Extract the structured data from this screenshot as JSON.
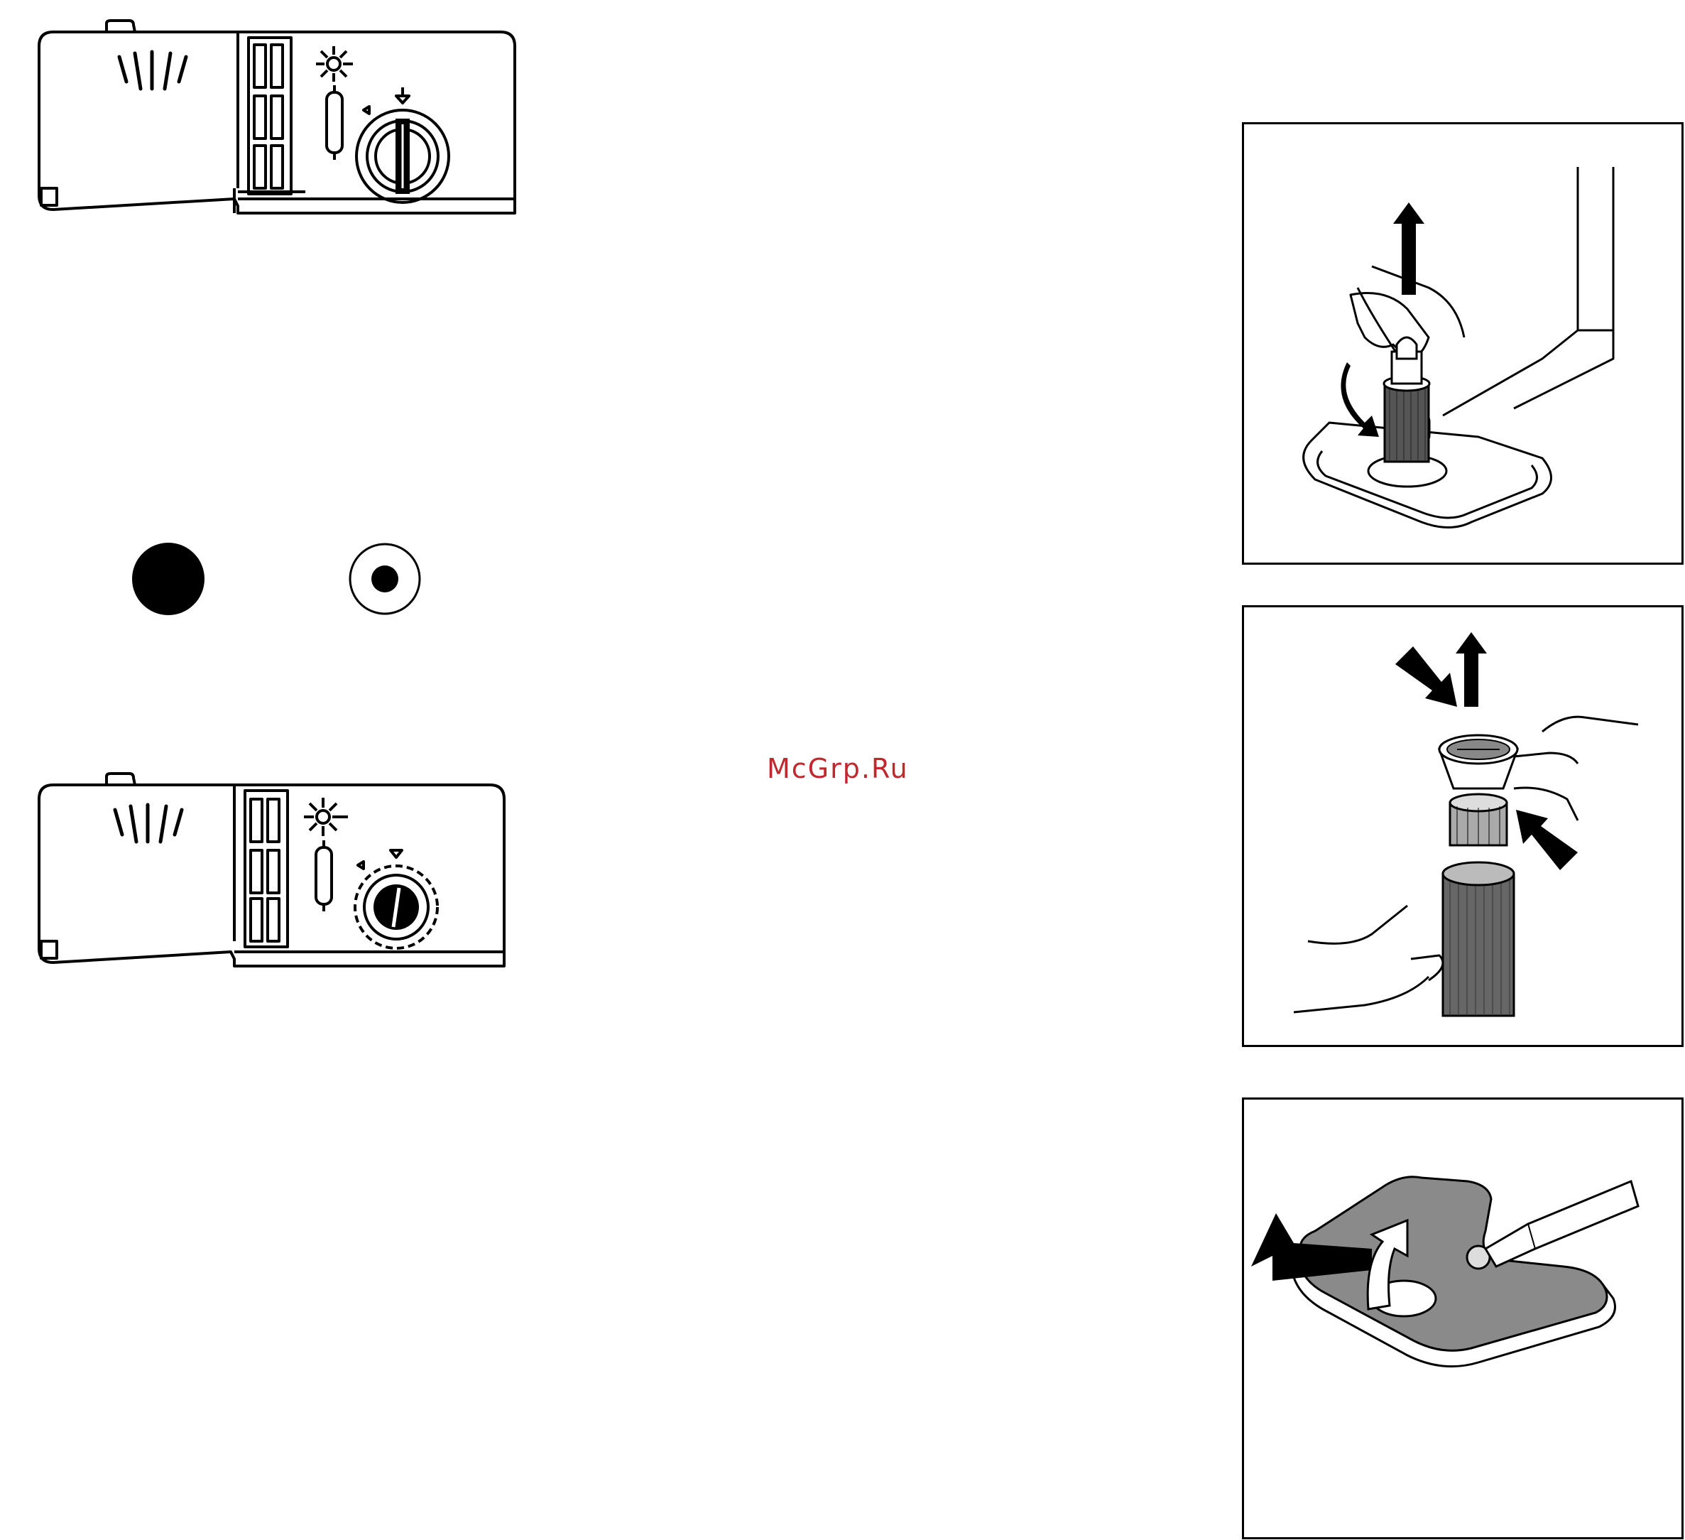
{
  "watermark": {
    "text": "McGrp.Ru",
    "color": "#c0282d"
  },
  "illustrations": [
    {
      "id": "dispenser-top",
      "icon": "detergent-dispenser-icon"
    },
    {
      "id": "indicator-full",
      "icon": "filled-circle-icon"
    },
    {
      "id": "indicator-empty",
      "icon": "circle-with-dot-icon"
    },
    {
      "id": "dispenser-bottom",
      "icon": "detergent-dispenser-icon"
    },
    {
      "id": "filter-removal",
      "icon": "filter-lift-out-icon"
    },
    {
      "id": "filter-disassembly",
      "icon": "filter-parts-icon"
    },
    {
      "id": "filter-plate-removal",
      "icon": "filter-plate-icon"
    }
  ]
}
